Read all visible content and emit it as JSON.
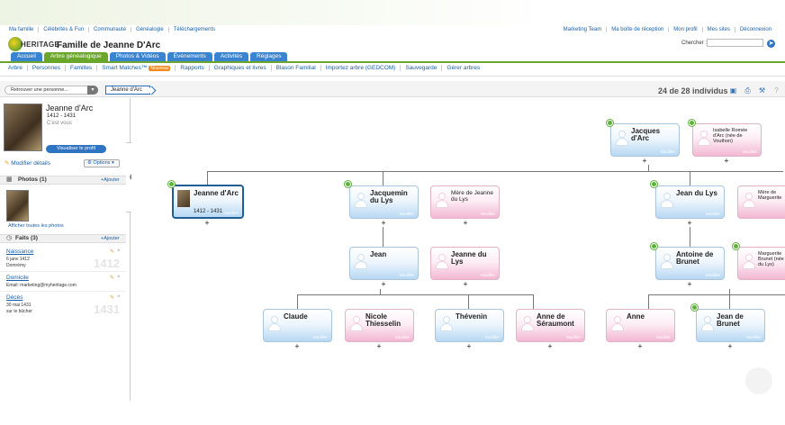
{
  "toplinks": [
    "Ma famille",
    "Célébrités & Fun",
    "Communauté",
    "Généalogie",
    "Téléchargements"
  ],
  "userlinks": [
    "Marketing Team",
    "Ma boîte de réception",
    "Mon profil",
    "Mes sites",
    "Déconnexion"
  ],
  "logo_text": "HERITAGE",
  "family_title": "Famille de Jeanne D'Arc",
  "search": {
    "label": "Chercher :",
    "placeholder": ""
  },
  "tabs": [
    "Accueil",
    "Arbre généalogique",
    "Photos & Vidéos",
    "Événements",
    "Activités",
    "Réglages"
  ],
  "subnav": [
    "Arbre",
    "Personnes",
    "Familles",
    "Smart Matches™",
    "Rapports",
    "Graphiques et livres",
    "Blason Familial",
    "Importez arbre (GEDCOM)",
    "Sauvegarde",
    "Gérer arbres"
  ],
  "new_badge": "Nouveau",
  "toolbar": {
    "find_person": "Retrouver une personne...",
    "crumb": "Jeanne d'Arc",
    "count": "24 de 28 individus"
  },
  "profile": {
    "name": "Jeanne d'Arc",
    "dates": "1412 - 1431",
    "you": "C'est vous",
    "view_profile": "Visualiser le profil",
    "edit_details": "Modifier détails",
    "options": "Options"
  },
  "photos": {
    "title": "Photos (1)",
    "add": "Ajouter",
    "all": "Afficher toutes les photos"
  },
  "facts": {
    "title": "Faits (3)",
    "add": "Ajouter",
    "items": [
      {
        "title": "Naissance",
        "line1": "6 janv 1412",
        "line2": "Domrémy",
        "year": "1412"
      },
      {
        "title": "Domicile",
        "line1": "Email: marketing@myheritage.com",
        "line2": "",
        "year": ""
      },
      {
        "title": "Décès",
        "line1": "30 mai 1431",
        "line2": "sur le bûcher",
        "year": "1431"
      }
    ]
  },
  "tree": {
    "modify_label": "Modifier",
    "people": {
      "jacques": "Jacques d'Arc",
      "isabelle": "Isabelle Romée d'Arc (née de Vouthon)",
      "jeanne_arc": "Jeanne d'Arc",
      "jeanne_arc_dates": "1412 - 1431",
      "jacquemin": "Jacquemin du Lys",
      "mere": "Mère de Jeanne du Lys",
      "jean_du_lys": "Jean du Lys",
      "mere_marguerite": "Mère de Marguerite",
      "jean": "Jean",
      "jeanne_du_lys": "Jeanne du Lys",
      "antoine": "Antoine de Brunet",
      "marguerite": "Marguerite Brunet (née du Lys)",
      "claude": "Claude",
      "nicole": "Nicole Thiesselin",
      "thevenin": "Thévenin",
      "anne_seraumont": "Anne de Séraumont",
      "anne": "Anne",
      "jean_brunet": "Jean de Brunet"
    }
  }
}
